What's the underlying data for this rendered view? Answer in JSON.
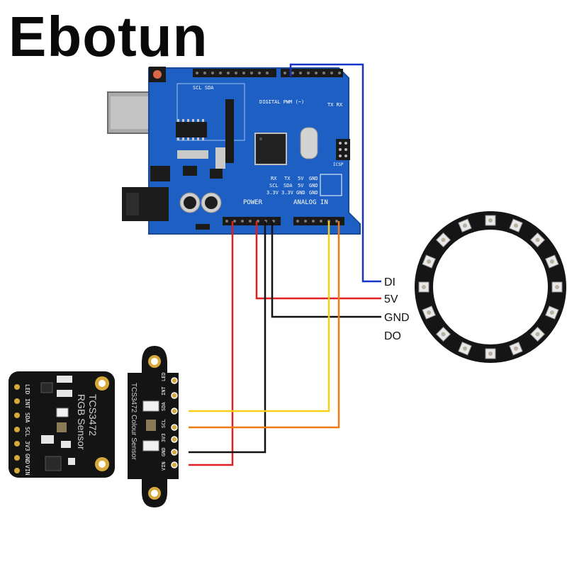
{
  "brand": "Ebotun",
  "arduino": {
    "header_labels": {
      "left": "SCL SDA",
      "right": "TX RX"
    },
    "digital_label": "DIGITAL PWM (~)",
    "power_label": "POWER",
    "analog_label": "ANALOG IN",
    "icsp_label": "ICSP",
    "i2c_table": [
      [
        "RX",
        "TX",
        "5V",
        "GND"
      ],
      [
        "SCL",
        "SDA",
        "5V",
        "GND"
      ],
      [
        "3.3V",
        "3.3V",
        "GND",
        "GND"
      ]
    ]
  },
  "ring": {
    "led_count": 16,
    "pins": {
      "di": "DI",
      "v5": "5V",
      "gnd": "GND",
      "do": "DO"
    }
  },
  "sensor_left": {
    "title": "TCS3472",
    "subtitle": "RGB Sensor",
    "pins": [
      "LED",
      "INT",
      "SDA",
      "SCL",
      "3V3",
      "GND",
      "VIN"
    ]
  },
  "sensor_right": {
    "title": "TCS3472 Colour Sensor",
    "pins": [
      "LED",
      "INT",
      "SDA",
      "SCL",
      "3V3",
      "GND",
      "VIN"
    ]
  },
  "colors": {
    "board_blue": "#1e5fc4",
    "pcb_black": "#141414",
    "wire_red": "#e02020",
    "wire_black": "#111111",
    "wire_yellow": "#f5cf1a",
    "wire_orange": "#f07a12",
    "wire_blue": "#1533c8",
    "header_black": "#1a1a1a",
    "gold": "#d7a83a"
  }
}
